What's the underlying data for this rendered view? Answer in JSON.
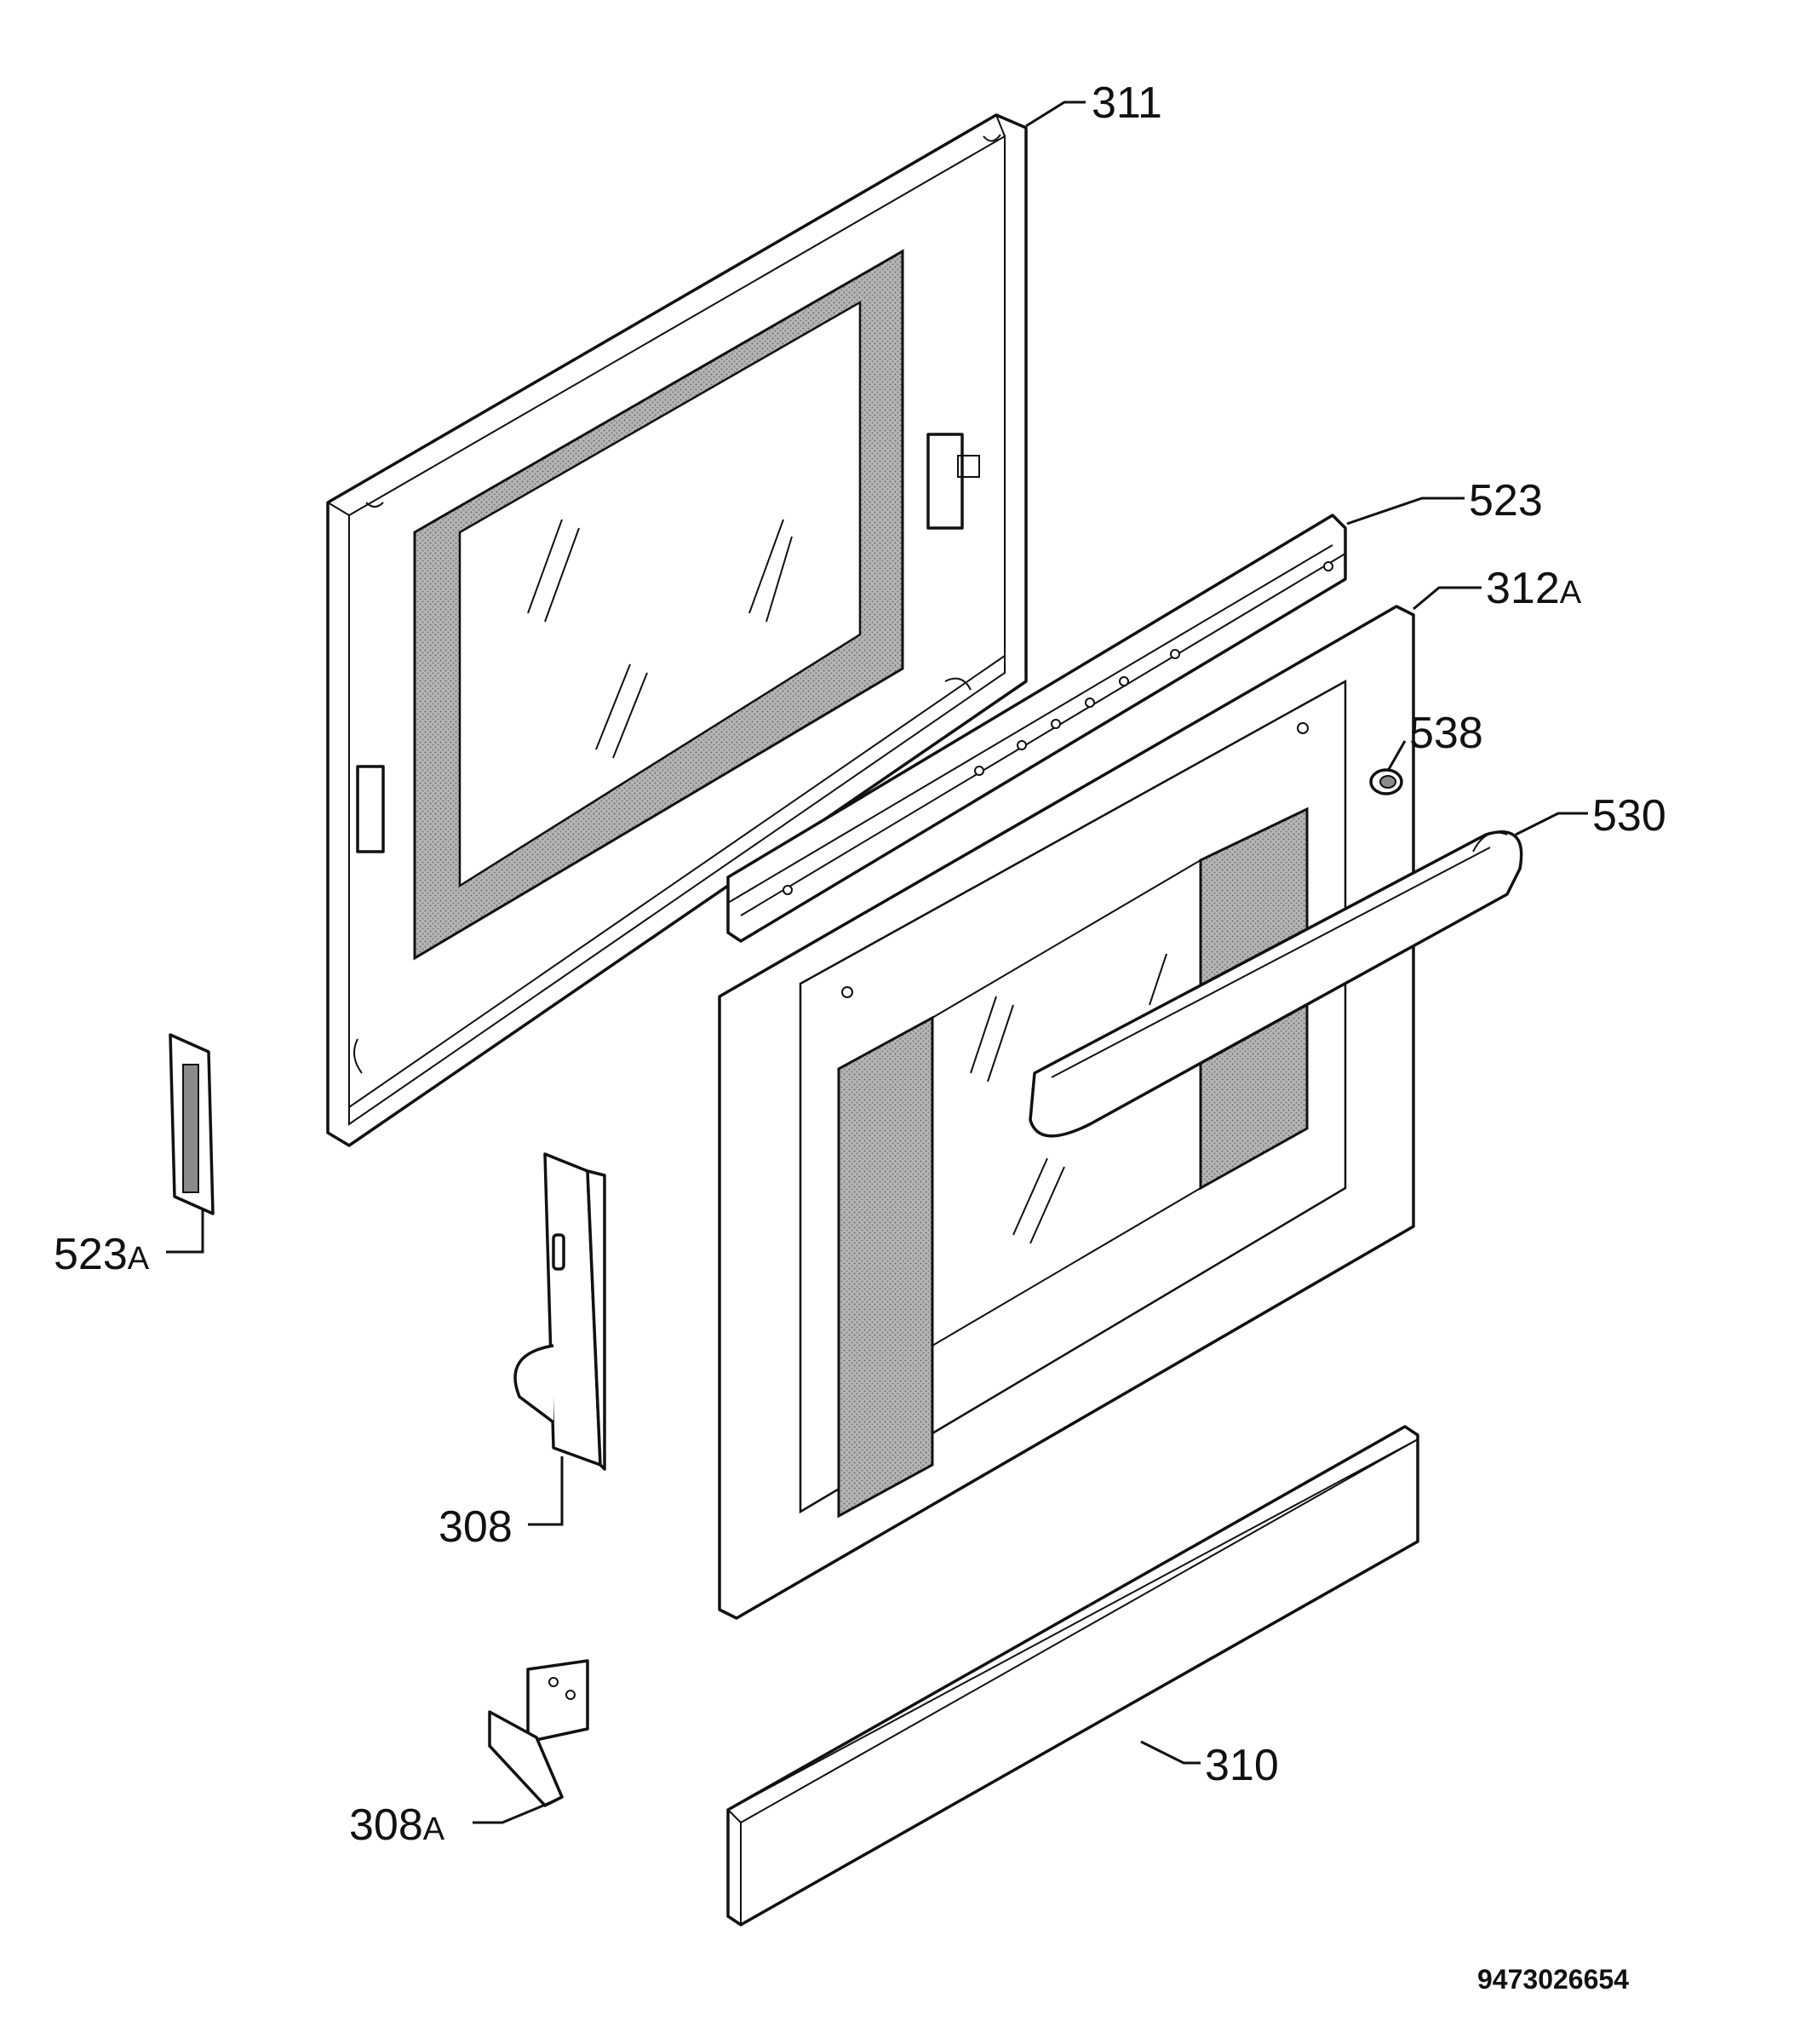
{
  "callouts": {
    "c311": "311",
    "c523": "523",
    "c312a_num": "312",
    "c312a_suf": "A",
    "c538": "538",
    "c530": "530",
    "c523a_num": "523",
    "c523a_suf": "A",
    "c308": "308",
    "c310": "310",
    "c308a_num": "308",
    "c308a_suf": "A"
  },
  "drawing_code": "9473026654"
}
